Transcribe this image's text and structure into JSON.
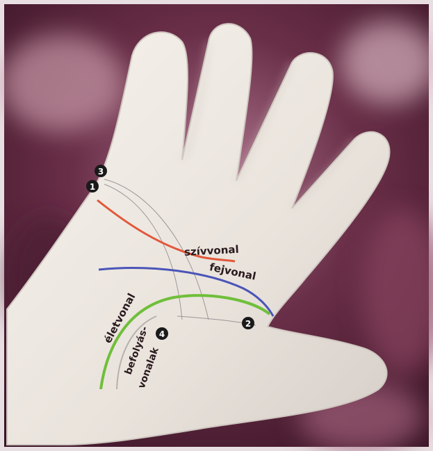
{
  "palmistry_illustration": {
    "line_labels": {
      "heart_line": "szívvonal",
      "head_line": "fejvonal",
      "life_line": "életvonal",
      "influence_lines_1": "befolyás-",
      "influence_lines_2": "vonalak"
    },
    "markers": [
      "1",
      "2",
      "3",
      "4"
    ],
    "colors": {
      "heart_line": "#e2573a",
      "head_line": "#4a54b8",
      "life_line": "#6fbf3a",
      "marker": "#1a1a1a"
    }
  }
}
